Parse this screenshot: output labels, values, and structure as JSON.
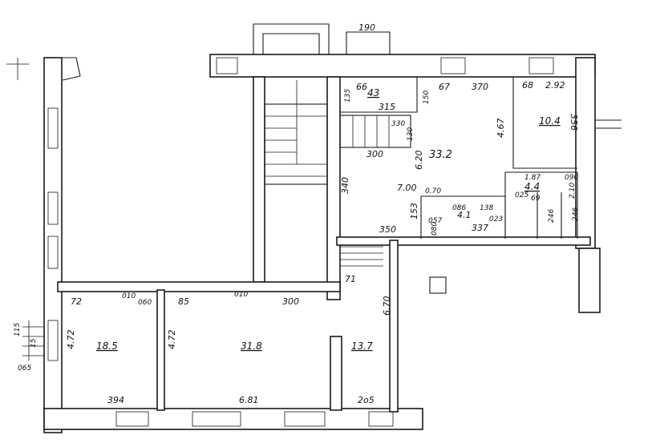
{
  "rooms": {
    "r43": {
      "area": "43"
    },
    "r332": {
      "area": "33.2"
    },
    "r104": {
      "area": "10.4"
    },
    "r44": {
      "area": "4.4"
    },
    "r41": {
      "area": "4.1"
    },
    "r185": {
      "area": "18.5"
    },
    "r318": {
      "area": "31.8"
    },
    "r137": {
      "area": "13.7"
    }
  },
  "dimensions": {
    "top_190": "190",
    "d66": "66",
    "d315": "315",
    "d135": "135",
    "d150": "150",
    "d67": "67",
    "d370": "370",
    "d68": "68",
    "d292": "2.92",
    "d356": "356",
    "d467": "4.67",
    "d330": "330",
    "d300a": "300",
    "d130": "130",
    "d620": "6.20",
    "d340": "340",
    "d700": "7.00",
    "d070": "0.70",
    "d187": "1.87",
    "d090": "090",
    "d210": "2.10",
    "d025": "025",
    "d069": "69",
    "d246a": "246",
    "d246b": "246",
    "d153": "153",
    "d057": "057",
    "d080": "080",
    "d086": "086",
    "d138": "138",
    "d023": "023",
    "d337": "337",
    "d350": "350",
    "d71": "71",
    "d670": "6.70",
    "d72": "72",
    "d010a": "010",
    "d060": "060",
    "d85": "85",
    "d010b": "010",
    "d300b": "300",
    "d115": "115",
    "d15": "15",
    "d065": "065",
    "d472a": "4.72",
    "d472b": "4.72",
    "d394": "394",
    "d681": "6.81",
    "d205": "2o5"
  }
}
